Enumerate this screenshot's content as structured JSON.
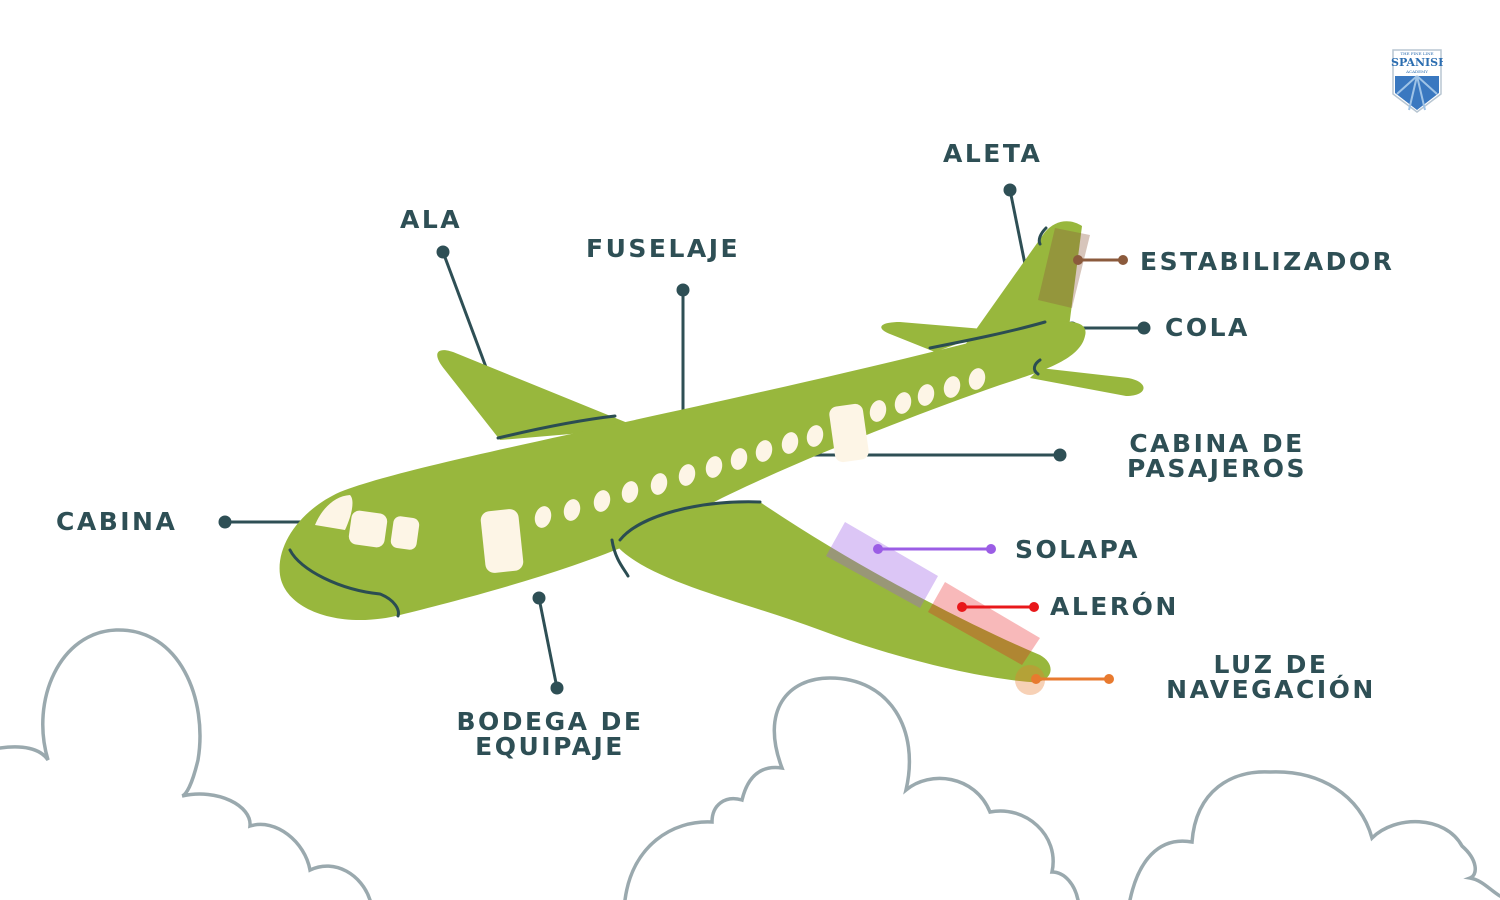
{
  "colors": {
    "plane": "#98b73d",
    "plane_detail": "#2b4d52",
    "window": "#fdf5e6",
    "leader": "#2e4f55",
    "cloud": "#9aa9ae",
    "label": "#2e4f55",
    "stabilizador": "#8b5a3c",
    "solapa": "#9b5de5",
    "aleron": "#e8181b",
    "luz": "#e87a2f"
  },
  "logo": {
    "top": "THE FINE LINE",
    "main": "SPANISH",
    "bottom": "ACADEMY"
  },
  "labels": {
    "aleta": "ALETA",
    "ala": "ALA",
    "fuselaje": "FUSELAJE",
    "estabilizador": "ESTABILIZADOR",
    "cola": "COLA",
    "cabina_pasajeros": [
      "CABINA DE",
      "PASAJEROS"
    ],
    "cabina": "CABINA",
    "solapa": "SOLAPA",
    "aleron": "ALERÓN",
    "luz_navegacion": [
      "LUZ DE",
      "NAVEGACIÓN"
    ],
    "bodega_equipaje": [
      "BODEGA DE",
      "EQUIPAJE"
    ]
  }
}
